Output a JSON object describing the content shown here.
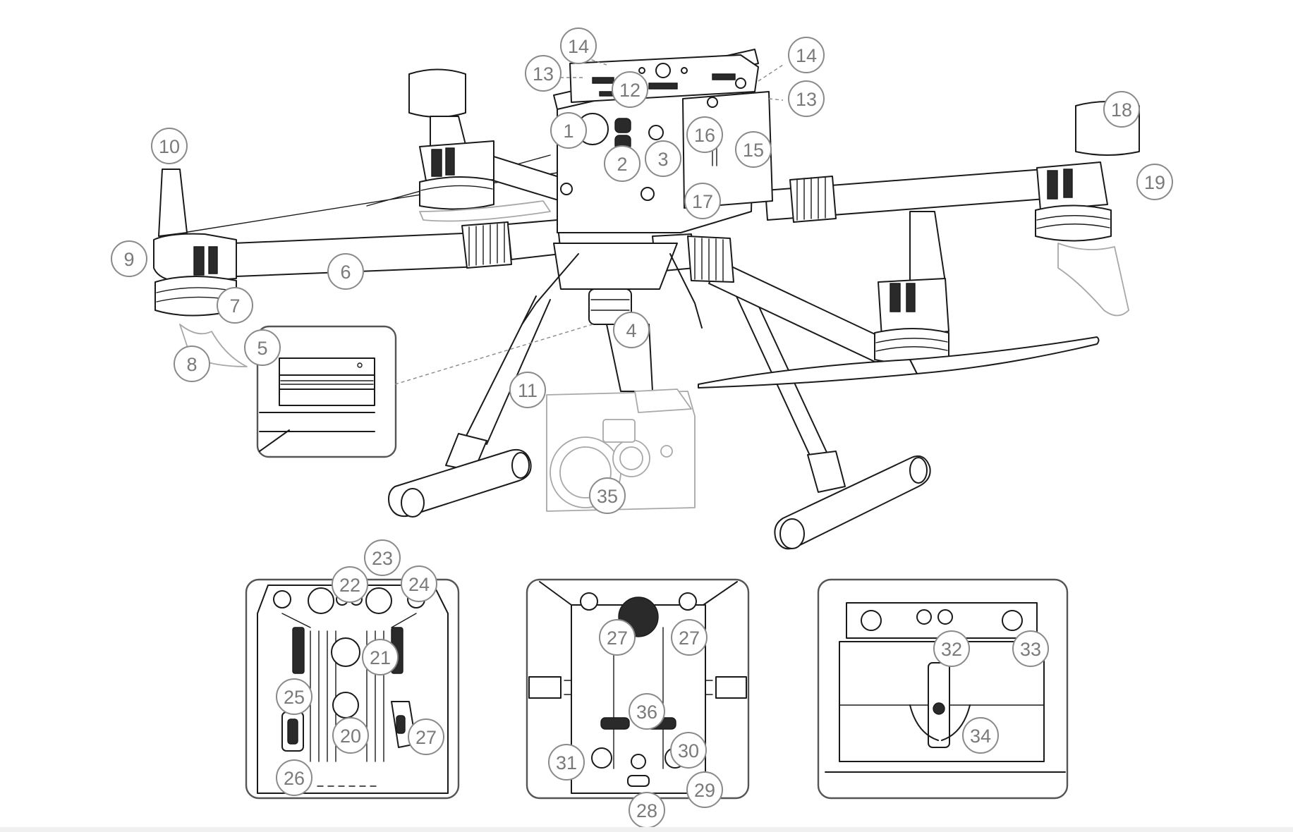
{
  "callouts": [
    {
      "id": "c1",
      "label": "1"
    },
    {
      "id": "c2",
      "label": "2"
    },
    {
      "id": "c3",
      "label": "3"
    },
    {
      "id": "c4",
      "label": "4"
    },
    {
      "id": "c5",
      "label": "5"
    },
    {
      "id": "c6",
      "label": "6"
    },
    {
      "id": "c7",
      "label": "7"
    },
    {
      "id": "c8",
      "label": "8"
    },
    {
      "id": "c9",
      "label": "9"
    },
    {
      "id": "c10",
      "label": "10"
    },
    {
      "id": "c11",
      "label": "11"
    },
    {
      "id": "c12",
      "label": "12"
    },
    {
      "id": "c13a",
      "label": "13"
    },
    {
      "id": "c13b",
      "label": "13"
    },
    {
      "id": "c14a",
      "label": "14"
    },
    {
      "id": "c14b",
      "label": "14"
    },
    {
      "id": "c15",
      "label": "15"
    },
    {
      "id": "c16",
      "label": "16"
    },
    {
      "id": "c17",
      "label": "17"
    },
    {
      "id": "c18",
      "label": "18"
    },
    {
      "id": "c19",
      "label": "19"
    },
    {
      "id": "c20",
      "label": "20"
    },
    {
      "id": "c21",
      "label": "21"
    },
    {
      "id": "c22",
      "label": "22"
    },
    {
      "id": "c23",
      "label": "23"
    },
    {
      "id": "c24",
      "label": "24"
    },
    {
      "id": "c25",
      "label": "25"
    },
    {
      "id": "c26",
      "label": "26"
    },
    {
      "id": "c27a",
      "label": "27"
    },
    {
      "id": "c27b",
      "label": "27"
    },
    {
      "id": "c27c",
      "label": "27"
    },
    {
      "id": "c28",
      "label": "28"
    },
    {
      "id": "c29",
      "label": "29"
    },
    {
      "id": "c30",
      "label": "30"
    },
    {
      "id": "c31",
      "label": "31"
    },
    {
      "id": "c32",
      "label": "32"
    },
    {
      "id": "c33",
      "label": "33"
    },
    {
      "id": "c34",
      "label": "34"
    },
    {
      "id": "c35",
      "label": "35"
    },
    {
      "id": "c36",
      "label": "36"
    }
  ]
}
